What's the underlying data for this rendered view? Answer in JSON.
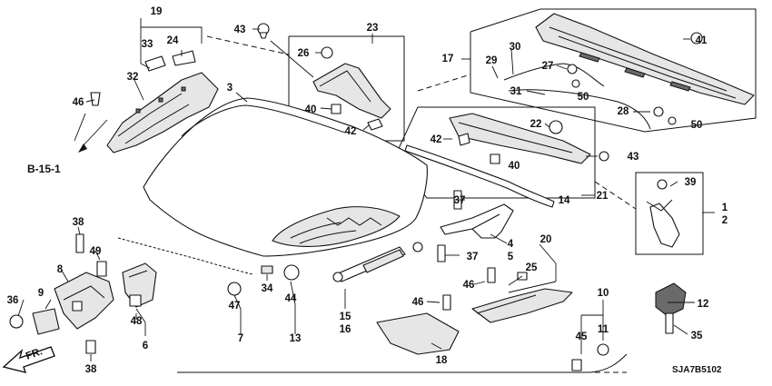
{
  "diagram": {
    "callouts": [
      "1",
      "2",
      "3",
      "4",
      "5",
      "6",
      "7",
      "8",
      "9",
      "10",
      "11",
      "12",
      "13",
      "14",
      "15",
      "16",
      "17",
      "18",
      "19",
      "20",
      "21",
      "22",
      "23",
      "24",
      "25",
      "26",
      "27",
      "28",
      "29",
      "30",
      "31",
      "32",
      "33",
      "34",
      "35",
      "36",
      "37",
      "38",
      "39",
      "40",
      "41",
      "42",
      "43",
      "44",
      "45",
      "46",
      "47",
      "48",
      "49",
      "50"
    ],
    "reference_label": "B-15-1",
    "direction_label": "FR.",
    "diagram_code": "SJA7B5102"
  }
}
